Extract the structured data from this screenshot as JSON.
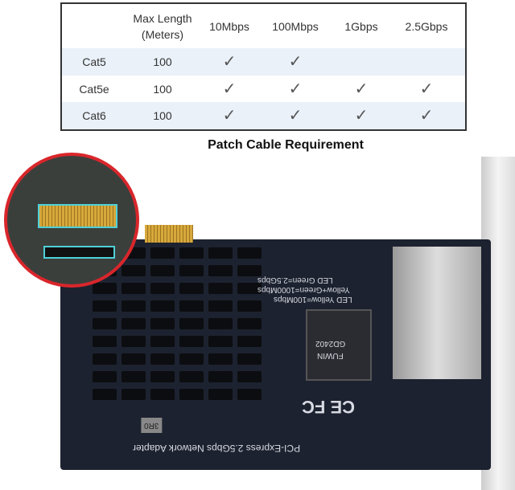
{
  "table": {
    "headers": [
      "",
      "Max Length\n(Meters)",
      "10Mbps",
      "100Mbps",
      "1Gbps",
      "2.5Gbps"
    ],
    "header_line1": "Max Length",
    "header_line2": "(Meters)",
    "rows": [
      {
        "cable": "Cat5",
        "length": "100",
        "checks": [
          "✓",
          "✓",
          "",
          ""
        ]
      },
      {
        "cable": "Cat5e",
        "length": "100",
        "checks": [
          "✓",
          "✓",
          "✓",
          "✓"
        ]
      },
      {
        "cable": "Cat6",
        "length": "100",
        "checks": [
          "✓",
          "✓",
          "✓",
          "✓"
        ]
      }
    ],
    "row_stripe_color": "#eaf1f9"
  },
  "caption": "Patch Cable Requirement",
  "board": {
    "product_text": "PCI-Express 2.5Gbps Network Adapter",
    "led1": "LED Green=2.5Gbps",
    "led2": "Yellow+Green=1000Mbps",
    "led3": "LED Yellow=100Mbps",
    "chip_brand": "FUWIN",
    "chip_model": "GD2402",
    "inductor": "3R0",
    "marks": "CE FC"
  }
}
